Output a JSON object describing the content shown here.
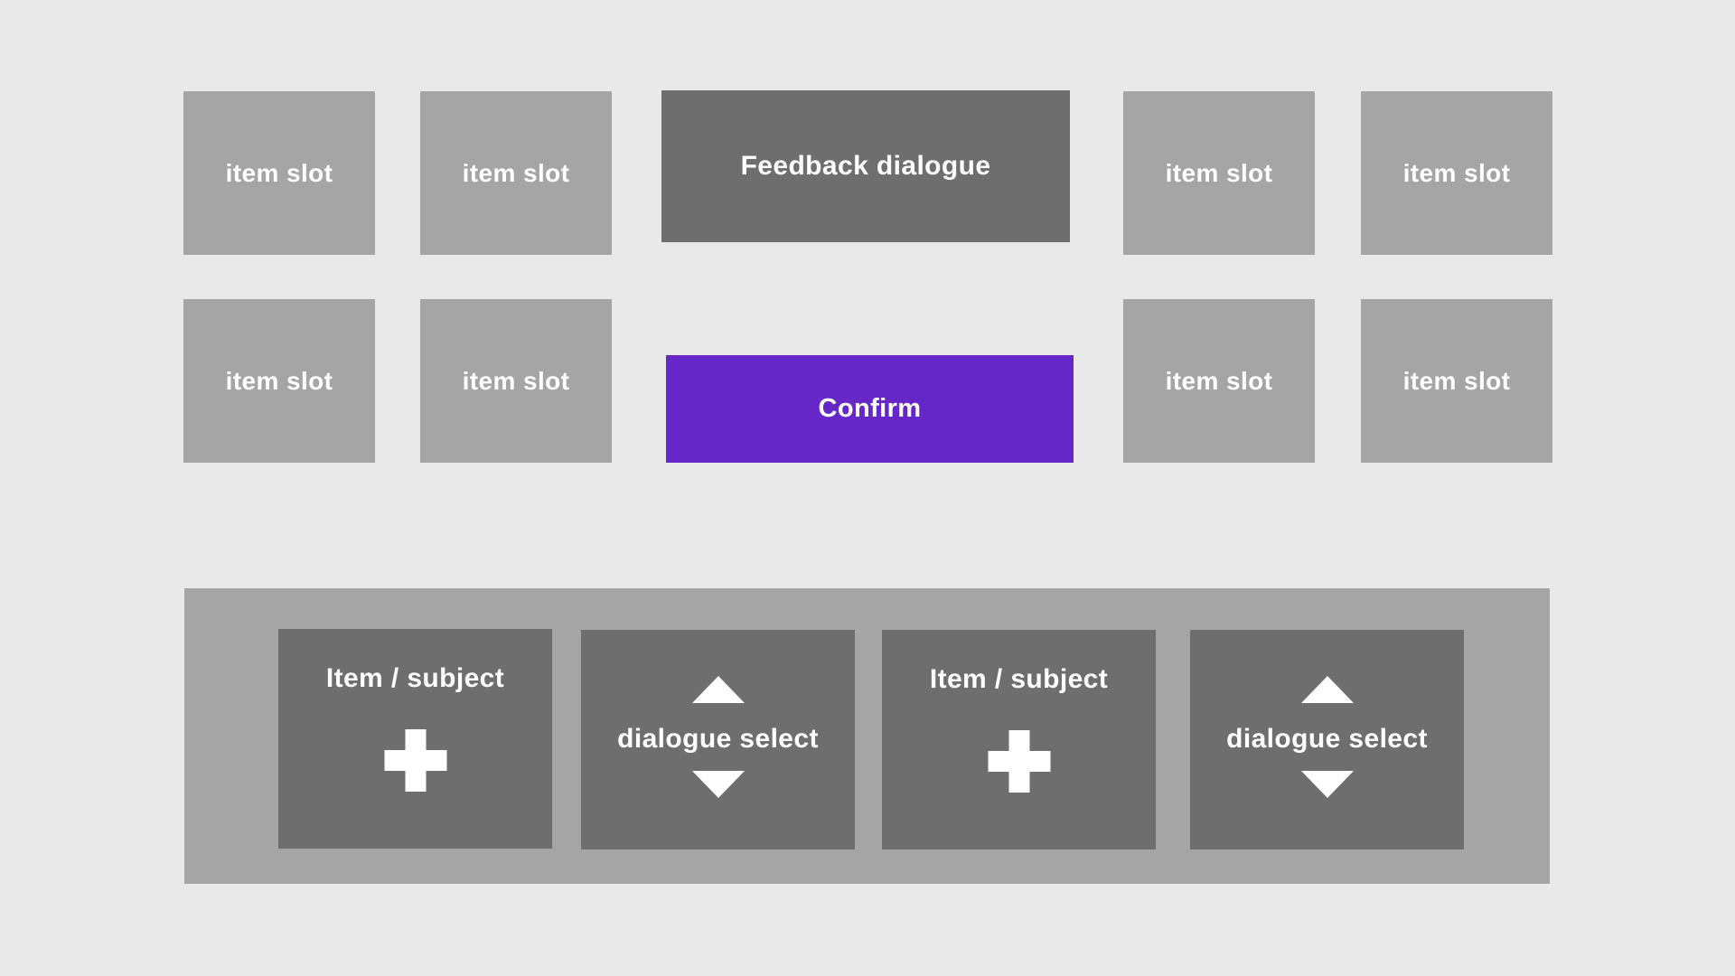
{
  "canvas": {
    "background": "#e9e9e9"
  },
  "colors": {
    "slot_gray": "#a5a5a5",
    "dark_gray": "#6e6e6e",
    "panel_gray": "#a5a5a5",
    "accent_purple": "#6527c8",
    "text_white": "#ffffff"
  },
  "slots": {
    "label": "item slot"
  },
  "feedback": {
    "label": "Feedback dialogue"
  },
  "confirm": {
    "label": "Confirm"
  },
  "panel": {
    "items": [
      {
        "type": "item-subject",
        "label": "Item / subject",
        "icon": "plus-icon"
      },
      {
        "type": "dialogue-select",
        "label": "dialogue select",
        "icons": [
          "triangle-up-icon",
          "triangle-down-icon"
        ]
      },
      {
        "type": "item-subject",
        "label": "Item / subject",
        "icon": "plus-icon"
      },
      {
        "type": "dialogue-select",
        "label": "dialogue select",
        "icons": [
          "triangle-up-icon",
          "triangle-down-icon"
        ]
      }
    ]
  }
}
